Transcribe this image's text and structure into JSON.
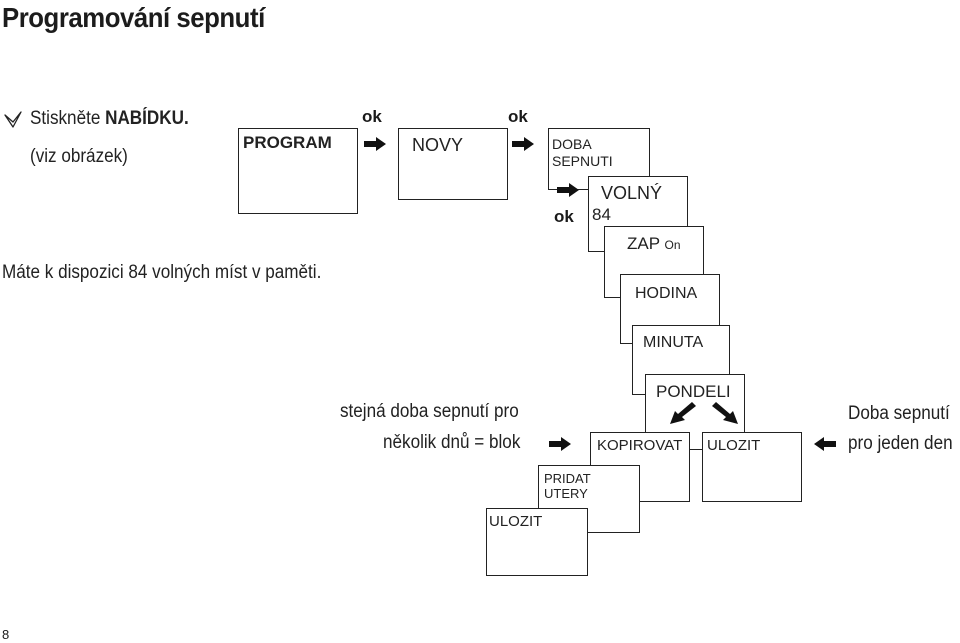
{
  "title": "Programování sepnutí",
  "intro": {
    "line1_pre": "Stiskněte ",
    "line1_bold": "NABÍDKU.",
    "line2": "(viz obrázek)",
    "line3": "Máte k dispozici 84 volných míst v paměti."
  },
  "flow": {
    "ok1": "ok",
    "ok2": "ok",
    "ok3": "ok",
    "program": "PROGRAM",
    "novy": "NOVY",
    "doba_sepnuti_1": "DOBA",
    "doba_sepnuti_2": "SEPNUTI",
    "volny": "VOLNÝ",
    "count": "84",
    "zap": "ZAP",
    "zap_on": "On",
    "hodina": "HODINA",
    "minuta": "MINUTA",
    "pondeli": "PONDELI",
    "kopirovat": "KOPIROVAT",
    "ulozit_right": "ULOZIT",
    "pridat_1": "PRIDAT",
    "pridat_2": "UTERY",
    "ulozit_left": "ULOZIT"
  },
  "notes": {
    "block_line1": "stejná doba sepnutí pro",
    "block_line2": "několik dnů = blok",
    "day_line1": "Doba sepnutí",
    "day_line2": "pro jeden den"
  },
  "page_number": "8"
}
